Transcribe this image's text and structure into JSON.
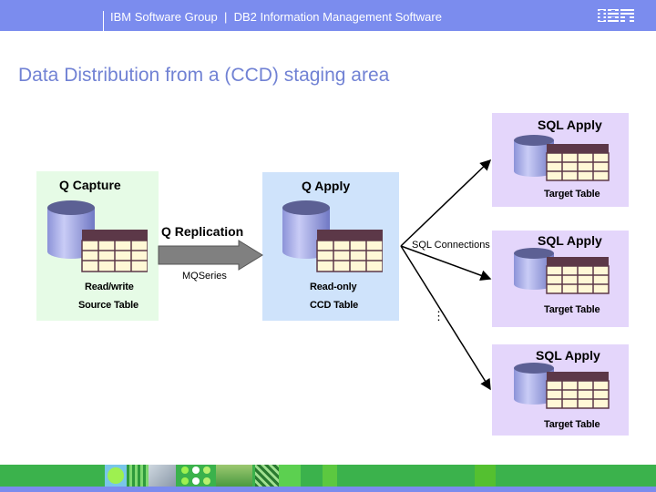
{
  "header": {
    "title": "IBM Software Group  |  DB2 Information Management Software",
    "logo": "IBM"
  },
  "page_title": "Data Distribution from a (CCD) staging area",
  "source": {
    "box_label": "Q Capture",
    "access": "Read/write",
    "table_label": "Source Table",
    "icon": "database-table-icon"
  },
  "transport": {
    "label": "Q Replication",
    "sublabel": "MQSeries",
    "icon": "arrow-right-icon"
  },
  "staging": {
    "box_label": "Q Apply",
    "access": "Read-only",
    "table_label": "CCD Table",
    "icon": "database-table-icon"
  },
  "connections": {
    "label": "SQL Connections",
    "ellipsis": "⋮"
  },
  "targets": [
    {
      "box_label": "SQL Apply",
      "table_label": "Target Table"
    },
    {
      "box_label": "SQL Apply",
      "table_label": "Target Table"
    },
    {
      "box_label": "SQL Apply",
      "table_label": "Target Table"
    }
  ],
  "colors": {
    "header": "#7b8cee",
    "title": "#7182d4",
    "capture_bg": "#e6fbe6",
    "apply_bg": "#cfe3fb",
    "sql_apply_bg": "#e4d6fb",
    "footer_green": "#3bb24c"
  }
}
